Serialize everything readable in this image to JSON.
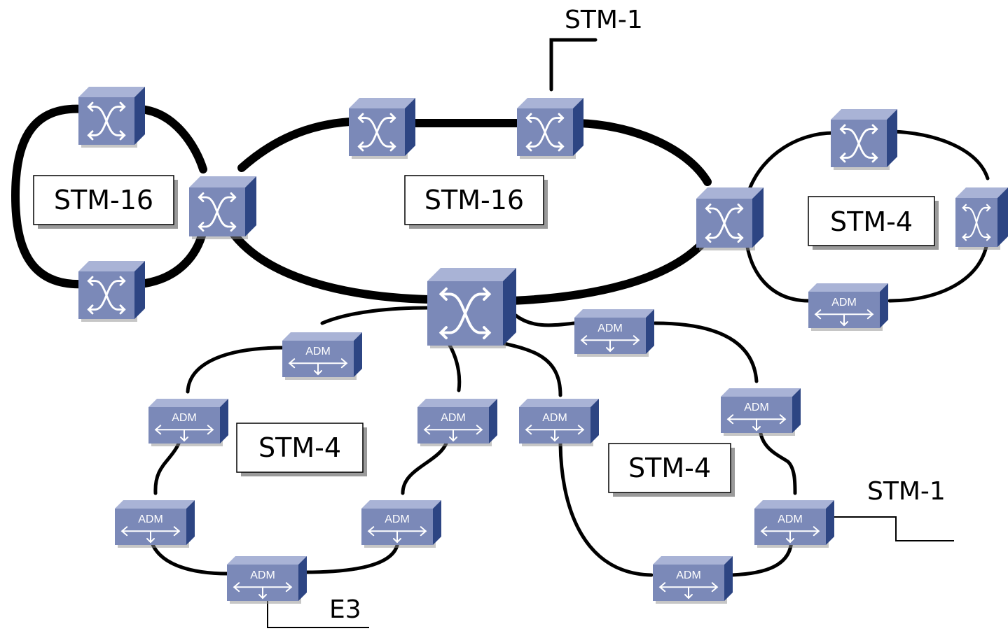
{
  "colors": {
    "device_front": "#7b89b8",
    "device_top": "#a9b3d6",
    "device_side": "#2d4583",
    "link": "#000000"
  },
  "icons": {
    "cross_connect": "cross-connect-icon",
    "adm": "adm-icon"
  },
  "rings": [
    {
      "label": "STM-16"
    },
    {
      "label": "STM-16"
    },
    {
      "label": "STM-4"
    },
    {
      "label": "STM-4"
    },
    {
      "label": "STM-4"
    }
  ],
  "tributaries": [
    {
      "label": "STM-1"
    },
    {
      "label": "STM-1"
    },
    {
      "label": "E3"
    }
  ],
  "adm_label": "ADM"
}
